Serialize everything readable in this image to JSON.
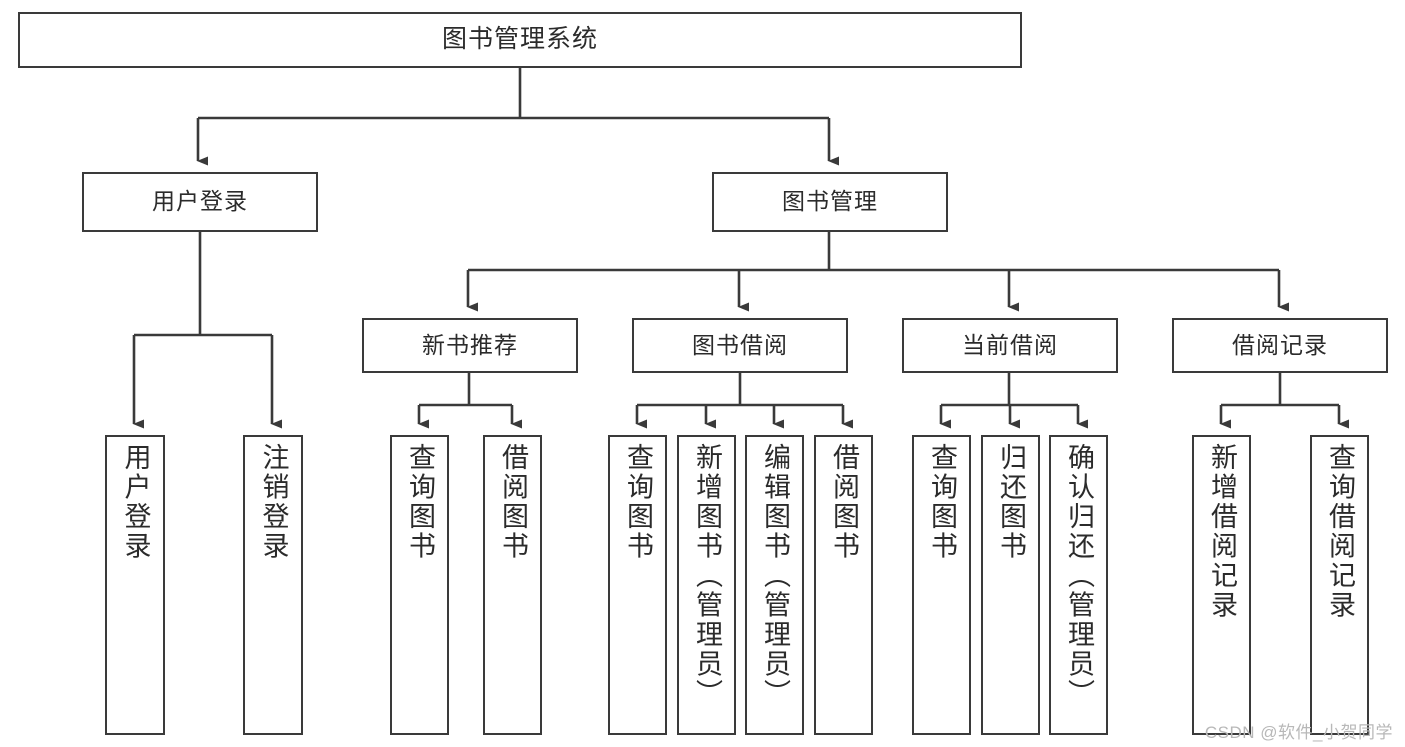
{
  "diagram": {
    "type": "tree-hierarchy-chart",
    "title": "图书管理系统",
    "line_color": "#3a3a3a",
    "box_fill": "#ffffff",
    "text_color": "#2b2b2b",
    "levels": {
      "root": {
        "label": "图书管理系统"
      },
      "level2": [
        {
          "label": "用户登录"
        },
        {
          "label": "图书管理"
        }
      ],
      "level3": [
        {
          "label": "新书推荐"
        },
        {
          "label": "图书借阅"
        },
        {
          "label": "当前借阅"
        },
        {
          "label": "借阅记录"
        }
      ],
      "leaves": {
        "user_login": [
          {
            "label": "用户登录"
          },
          {
            "label": "注销登录"
          }
        ],
        "new_book_recommend": [
          {
            "label": "查询图书"
          },
          {
            "label": "借阅图书"
          }
        ],
        "book_borrow": [
          {
            "label": "查询图书"
          },
          {
            "label": "新增图书（管理员）"
          },
          {
            "label": "编辑图书（管理员）"
          },
          {
            "label": "借阅图书"
          }
        ],
        "current_borrow": [
          {
            "label": "查询图书"
          },
          {
            "label": "归还图书"
          },
          {
            "label": "确认归还（管理员）"
          }
        ],
        "borrow_record": [
          {
            "label": "新增借阅记录"
          },
          {
            "label": "查询借阅记录"
          }
        ]
      }
    }
  },
  "watermark": {
    "text": "CSDN @软件_小贺同学"
  }
}
